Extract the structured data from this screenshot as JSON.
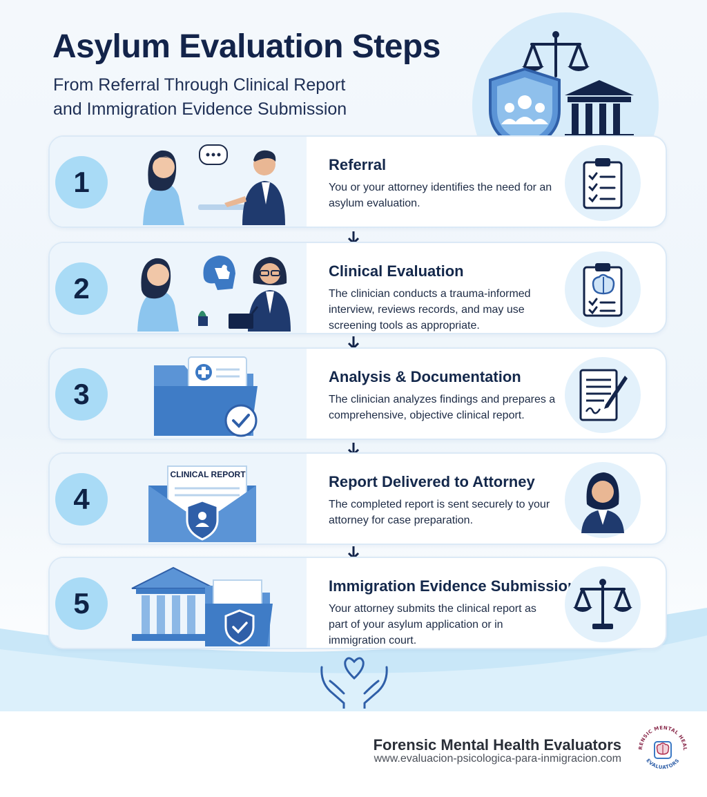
{
  "header": {
    "title": "Asylum Evaluation Steps",
    "subtitle_line1": "From Referral Through Clinical Report",
    "subtitle_line2": "and Immigration Evidence Submission"
  },
  "steps": [
    {
      "number": "1",
      "title": "Referral",
      "description": "You or your attorney identifies the need for an asylum evaluation.",
      "icon": "clipboard-checklist-icon"
    },
    {
      "number": "2",
      "title": "Clinical Evaluation",
      "description": "The clinician conducts a trauma-informed interview, reviews records, and may use screening tools as appropriate.",
      "icon": "brain-clipboard-icon"
    },
    {
      "number": "3",
      "title": "Analysis & Documentation",
      "description": "The clinician analyzes findings and prepares a comprehensive, objective clinical report.",
      "icon": "document-signature-icon"
    },
    {
      "number": "4",
      "title": "Report Delivered to Attorney",
      "description": "The completed report is sent securely to your attorney for case preparation.",
      "envelope_label": "CLINICAL REPORT",
      "icon": "attorney-avatar-icon"
    },
    {
      "number": "5",
      "title": "Immigration Evidence Submission",
      "description": "Your attorney submits the clinical report as part of your asylum application or in immigration court.",
      "icon": "scales-of-justice-icon"
    }
  ],
  "footer": {
    "brand_name": "Forensic Mental Health Evaluators",
    "url": "www.evaluacion-psicologica-para-inmigracion.com",
    "logo_text_top": "FORENSIC MENTAL HEALTH",
    "logo_text_bottom": "EVALUATORS"
  },
  "colors": {
    "navy": "#13244a",
    "accent_blue": "#2f5fa8",
    "light_blue": "#a9dbf6",
    "pale_blue": "#edf5fc"
  }
}
